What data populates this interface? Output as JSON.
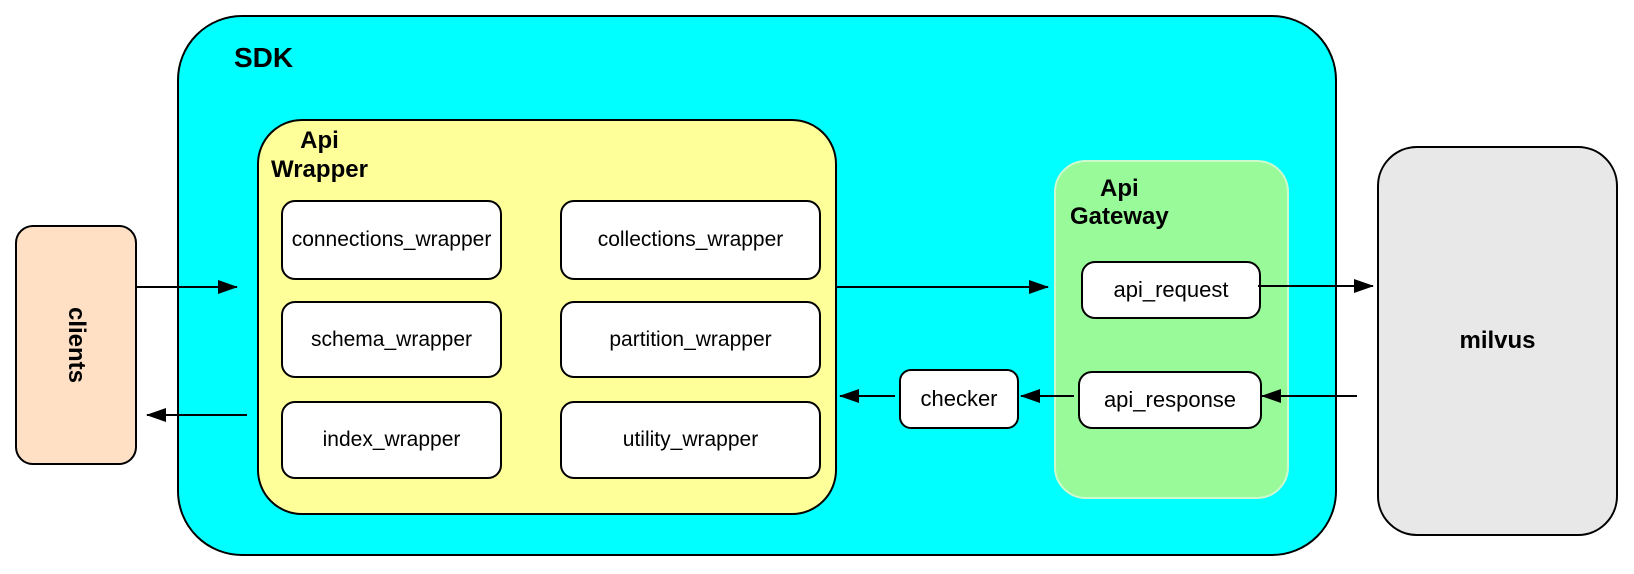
{
  "nodes": {
    "clients": {
      "label": "clients",
      "fill": "#FFE0C4"
    },
    "sdk": {
      "label": "SDK",
      "fill": "#00FFFF"
    },
    "api_wrapper": {
      "label": "Api Wrapper",
      "label_line1": "Api",
      "label_line2": "Wrapper",
      "fill": "#FFFF99",
      "modules": [
        "connections_wrapper",
        "collections_wrapper",
        "schema_wrapper",
        "partition_wrapper",
        "index_wrapper",
        "utility_wrapper"
      ]
    },
    "checker": {
      "label": "checker",
      "fill": "#FFFFFF"
    },
    "api_gateway": {
      "label": "Api Gateway",
      "label_line1": "Api",
      "label_line2": "Gateway",
      "fill": "#99FA99",
      "request_label": "api_request",
      "response_label": "api_response"
    },
    "milvus": {
      "label": "milvus",
      "fill": "#E8E8E8"
    }
  },
  "connections": [
    {
      "from": "clients",
      "to": "sdk"
    },
    {
      "from": "sdk",
      "to": "clients"
    },
    {
      "from": "api_wrapper",
      "to": "api_gateway"
    },
    {
      "from": "api_request",
      "to": "milvus"
    },
    {
      "from": "milvus",
      "to": "api_response"
    },
    {
      "from": "api_response",
      "to": "checker"
    },
    {
      "from": "checker",
      "to": "api_wrapper"
    }
  ],
  "colors": {
    "stroke": "#000000",
    "background": "#FFFFFF"
  }
}
